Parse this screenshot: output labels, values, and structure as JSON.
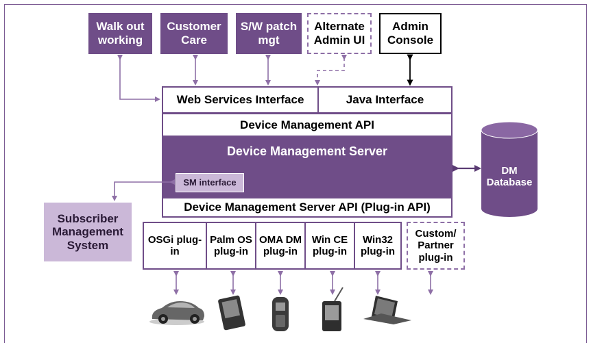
{
  "top_boxes": {
    "walk_out": "Walk out working",
    "customer_care": "Customer Care",
    "sw_patch": "S/W patch mgt",
    "alt_admin": "Alternate Admin UI",
    "admin_console": "Admin Console"
  },
  "interfaces": {
    "web_services": "Web Services Interface",
    "java": "Java Interface"
  },
  "dm_api": "Device Management API",
  "dm_server": "Device Management Server",
  "sm_interface": "SM interface",
  "dm_server_api": "Device Management Server API (Plug-in API)",
  "dm_database": "DM Database",
  "subscriber_system": "Subscriber Management System",
  "plugins": {
    "osgi": "OSGi plug-in",
    "palm": "Palm OS plug-in",
    "oma": "OMA DM plug-in",
    "wince": "Win CE plug-in",
    "win32": "Win32 plug-in",
    "custom": "Custom/ Partner plug-in"
  },
  "devices": [
    "car-icon",
    "palm-device-icon",
    "mobile-phone-icon",
    "pocket-pc-icon",
    "laptop-icon"
  ],
  "colors": {
    "primary_purple": "#6f4d88",
    "light_lavender": "#cbb8d8",
    "arrow_purple": "#8e6fa6"
  }
}
